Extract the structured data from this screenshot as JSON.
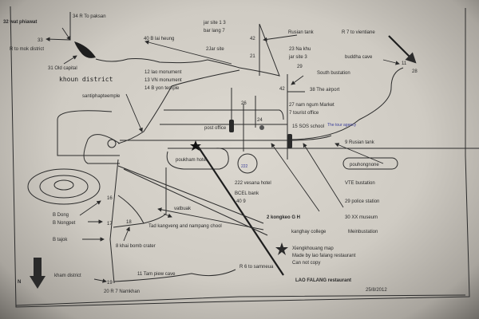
{
  "map": {
    "labels": {
      "wat_phiawat": "32 wat phiawat",
      "to_paksan": "34 R  To paksan",
      "n33": "33",
      "to_mok": "R to mok district",
      "old_capital": "31 Old capital",
      "khoun_district": "khoun district",
      "lai_heung": "40 B lai heung",
      "jar_site_1": "jar site 1  3",
      "bar_lang": "bar lang 7",
      "jar_site_2": "2Jar site",
      "lao_monument": "12 lao monument",
      "vn_monument": "13 VN monument",
      "yon_temple": "14 B yon temple",
      "santiphap": "santiphapteemple",
      "russian_tank_top": "Rusian tank",
      "na_khu": "23 Na khu",
      "jar_site_3": "jar site 3",
      "to_vientiane": "R 7 to vientiane",
      "buddha_cave": "buddha cave",
      "n11": "11",
      "n28": "28",
      "south_busstation": "South bustation",
      "airport": "38 The airport",
      "market": "27 nam ngum Market",
      "tourist_office": "7 tourist office",
      "sos_school": "15 SOS  school",
      "post_office": "post office",
      "russian_tank": "9 Rusian tank",
      "poukham_hotel": "poukham hotel",
      "pouhongnone": "pouhongnone",
      "vte_busstation": "VTE bustation",
      "vesana_hotel": "222 vesana hotel",
      "bcel_bank": "BCEL bank",
      "n40": "40 9",
      "kongkeo": "2 kongkeo G H",
      "police_station": "29 police station",
      "uxo_museum": "30 XX museum",
      "kanghay_college": "kanghay college",
      "mein_busstation": "Meinbustation",
      "b_dong": "B Dong",
      "b_nongpet": "B Nongpet",
      "b_tajok": "B tajok",
      "vatbuak": "vatbuak",
      "tad_kangveng": "Tad kangveng and nampang chool",
      "bomb_crater": "8 khai bomb crater",
      "tam_piew": "11 Tam piew cave",
      "to_samneua": "R 6 to samneua",
      "kham_district": "kham district",
      "namkhan": "20 R 7 Namkhan",
      "north": "N",
      "n16": "16",
      "n17": "17",
      "n18": "18",
      "n19": "19",
      "n42a": "42",
      "n42b": "42",
      "n21": "21",
      "n29": "29",
      "n24": "24",
      "n26": "26"
    },
    "legend": {
      "title": "Xiengkhouang map",
      "made_by": "Made by lao falang restaurant",
      "no_copy": "Can not copy",
      "restaurant": "LAO   FALANG  restaurant",
      "date": "25/8/2012"
    },
    "annotations": {
      "hand_note": "The tour agency",
      "hand_222": "222"
    },
    "colors": {
      "paper": "#d8d4cc",
      "ink": "#2b2b2b",
      "pen_blue": "#3b3f9a"
    }
  }
}
